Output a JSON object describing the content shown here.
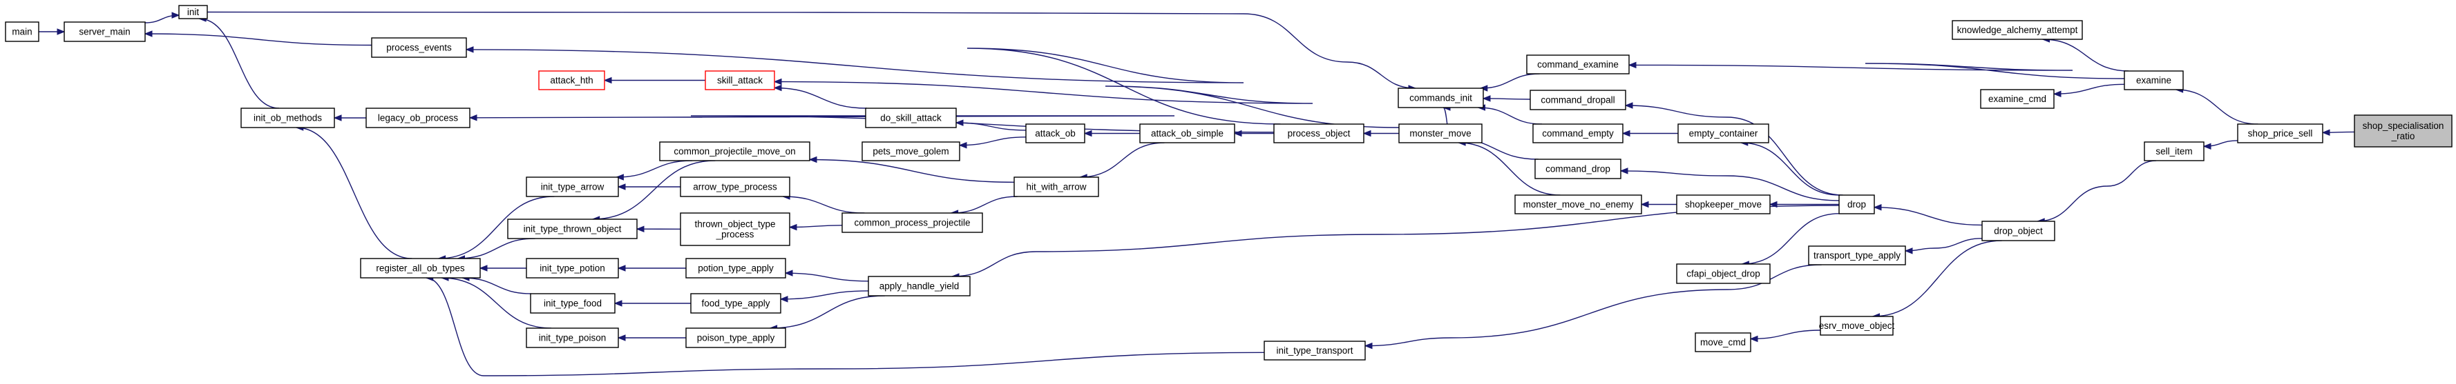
{
  "graph": {
    "title": "",
    "edge_color": "#191970",
    "node_border_color": "#000000",
    "missing_node_border_color": "#ff0000",
    "focus_fill_color": "#bfbfbf",
    "nodes": [
      {
        "id": "main",
        "label": "main"
      },
      {
        "id": "server_main",
        "label": "server_main"
      },
      {
        "id": "init",
        "label": "init"
      },
      {
        "id": "process_events",
        "label": "process_events"
      },
      {
        "id": "init_ob_methods",
        "label": "init_ob_methods"
      },
      {
        "id": "register_all_ob_types",
        "label": "register_all_ob_types"
      },
      {
        "id": "attack_hth",
        "label": "attack_hth"
      },
      {
        "id": "skill_attack",
        "label": "skill_attack"
      },
      {
        "id": "legacy_ob_process",
        "label": "legacy_ob_process"
      },
      {
        "id": "init_type_arrow",
        "label": "init_type_arrow"
      },
      {
        "id": "init_type_thrown_object",
        "label": "init_type_thrown_object"
      },
      {
        "id": "init_type_potion",
        "label": "init_type_potion"
      },
      {
        "id": "init_type_food",
        "label": "init_type_food"
      },
      {
        "id": "init_type_poison",
        "label": "init_type_poison"
      },
      {
        "id": "common_projectile_move_on",
        "label": "common_projectile_move_on"
      },
      {
        "id": "arrow_type_process",
        "label": "arrow_type_process"
      },
      {
        "id": "thrown_object_type_process",
        "label": "thrown_object_type\n_process"
      },
      {
        "id": "potion_type_apply",
        "label": "potion_type_apply"
      },
      {
        "id": "food_type_apply",
        "label": "food_type_apply"
      },
      {
        "id": "poison_type_apply",
        "label": "poison_type_apply"
      },
      {
        "id": "do_skill_attack",
        "label": "do_skill_attack"
      },
      {
        "id": "pets_move_golem",
        "label": "pets_move_golem"
      },
      {
        "id": "common_process_projectile",
        "label": "common_process_projectile"
      },
      {
        "id": "apply_handle_yield",
        "label": "apply_handle_yield"
      },
      {
        "id": "attack_ob",
        "label": "attack_ob"
      },
      {
        "id": "hit_with_arrow",
        "label": "hit_with_arrow"
      },
      {
        "id": "attack_ob_simple",
        "label": "attack_ob_simple"
      },
      {
        "id": "init_type_transport",
        "label": "init_type_transport"
      },
      {
        "id": "process_object",
        "label": "process_object"
      },
      {
        "id": "commands_init",
        "label": "commands_init"
      },
      {
        "id": "monster_move",
        "label": "monster_move"
      },
      {
        "id": "monster_move_no_enemy",
        "label": "monster_move_no_enemy"
      },
      {
        "id": "command_examine",
        "label": "command_examine"
      },
      {
        "id": "command_dropall",
        "label": "command_dropall"
      },
      {
        "id": "command_empty",
        "label": "command_empty"
      },
      {
        "id": "command_drop",
        "label": "command_drop"
      },
      {
        "id": "empty_container",
        "label": "empty_container"
      },
      {
        "id": "shopkeeper_move",
        "label": "shopkeeper_move"
      },
      {
        "id": "cfapi_object_drop",
        "label": "cfapi_object_drop"
      },
      {
        "id": "move_cmd",
        "label": "move_cmd"
      },
      {
        "id": "drop",
        "label": "drop"
      },
      {
        "id": "transport_type_apply",
        "label": "transport_type_apply"
      },
      {
        "id": "esrv_move_object",
        "label": "esrv_move_object"
      },
      {
        "id": "drop_object",
        "label": "drop_object"
      },
      {
        "id": "knowledge_alchemy_attempt",
        "label": "knowledge_alchemy_attempt"
      },
      {
        "id": "examine_cmd",
        "label": "examine_cmd"
      },
      {
        "id": "examine",
        "label": "examine"
      },
      {
        "id": "sell_item",
        "label": "sell_item"
      },
      {
        "id": "shop_price_sell",
        "label": "shop_price_sell"
      },
      {
        "id": "shop_specialisation_ratio",
        "label": "shop_specialisation\n_ratio"
      }
    ],
    "edges": [
      [
        "main",
        "server_main"
      ],
      [
        "server_main",
        "init"
      ],
      [
        "process_events",
        "server_main"
      ],
      [
        "init_ob_methods",
        "init"
      ],
      [
        "init",
        "commands_init"
      ],
      [
        "process_object",
        "process_events"
      ],
      [
        "legacy_ob_process",
        "init_ob_methods"
      ],
      [
        "register_all_ob_types",
        "init_ob_methods"
      ],
      [
        "skill_attack",
        "attack_hth"
      ],
      [
        "do_skill_attack",
        "skill_attack"
      ],
      [
        "monster_move",
        "skill_attack"
      ],
      [
        "process_object",
        "legacy_ob_process"
      ],
      [
        "init_type_arrow",
        "register_all_ob_types"
      ],
      [
        "init_type_thrown_object",
        "register_all_ob_types"
      ],
      [
        "init_type_potion",
        "register_all_ob_types"
      ],
      [
        "init_type_food",
        "register_all_ob_types"
      ],
      [
        "init_type_poison",
        "register_all_ob_types"
      ],
      [
        "init_type_transport",
        "register_all_ob_types"
      ],
      [
        "common_projectile_move_on",
        "init_type_arrow"
      ],
      [
        "arrow_type_process",
        "init_type_arrow"
      ],
      [
        "common_projectile_move_on",
        "init_type_thrown_object"
      ],
      [
        "thrown_object_type_process",
        "init_type_thrown_object"
      ],
      [
        "potion_type_apply",
        "init_type_potion"
      ],
      [
        "food_type_apply",
        "init_type_food"
      ],
      [
        "poison_type_apply",
        "init_type_poison"
      ],
      [
        "hit_with_arrow",
        "common_projectile_move_on"
      ],
      [
        "common_process_projectile",
        "arrow_type_process"
      ],
      [
        "common_process_projectile",
        "thrown_object_type_process"
      ],
      [
        "apply_handle_yield",
        "potion_type_apply"
      ],
      [
        "apply_handle_yield",
        "food_type_apply"
      ],
      [
        "apply_handle_yield",
        "poison_type_apply"
      ],
      [
        "attack_ob",
        "do_skill_attack"
      ],
      [
        "attack_ob",
        "pets_move_golem"
      ],
      [
        "hit_with_arrow",
        "common_process_projectile"
      ],
      [
        "drop",
        "apply_handle_yield"
      ],
      [
        "attack_ob_simple",
        "attack_ob"
      ],
      [
        "attack_ob_simple",
        "hit_with_arrow"
      ],
      [
        "process_object",
        "attack_ob_simple"
      ],
      [
        "transport_type_apply",
        "init_type_transport"
      ],
      [
        "monster_move",
        "process_object"
      ],
      [
        "command_examine",
        "commands_init"
      ],
      [
        "command_dropall",
        "commands_init"
      ],
      [
        "command_empty",
        "commands_init"
      ],
      [
        "command_drop",
        "commands_init"
      ],
      [
        "monster_move_no_enemy",
        "monster_move"
      ],
      [
        "shopkeeper_move",
        "monster_move_no_enemy"
      ],
      [
        "examine",
        "command_examine"
      ],
      [
        "drop",
        "command_dropall"
      ],
      [
        "empty_container",
        "command_empty"
      ],
      [
        "drop",
        "command_drop"
      ],
      [
        "drop",
        "empty_container"
      ],
      [
        "drop",
        "shopkeeper_move"
      ],
      [
        "drop",
        "cfapi_object_drop"
      ],
      [
        "drop_object",
        "drop"
      ],
      [
        "drop_object",
        "transport_type_apply"
      ],
      [
        "esrv_move_object",
        "move_cmd"
      ],
      [
        "drop_object",
        "esrv_move_object"
      ],
      [
        "sell_item",
        "drop_object"
      ],
      [
        "examine",
        "knowledge_alchemy_attempt"
      ],
      [
        "examine",
        "examine_cmd"
      ],
      [
        "shop_price_sell",
        "examine"
      ],
      [
        "shop_price_sell",
        "sell_item"
      ],
      [
        "shop_specialisation_ratio",
        "shop_price_sell"
      ]
    ]
  }
}
